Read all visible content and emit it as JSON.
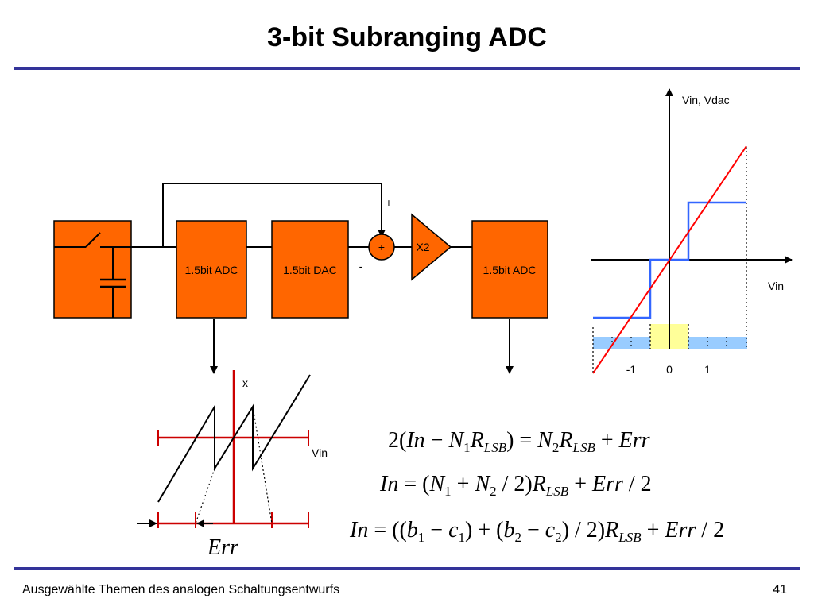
{
  "slide": {
    "title": "3-bit Subranging ADC",
    "footer_text": "Ausgewählte Themen des analogen Schaltungsentwurfs",
    "page_number": "41"
  },
  "block_diagram": {
    "adc1_label": "1.5bit ADC",
    "dac_label": "1.5bit DAC",
    "adc2_label": "1.5bit ADC",
    "summer_symbol": "+",
    "plus_input": "+",
    "minus_input": "-",
    "gain_label": "X2"
  },
  "transfer_plot": {
    "y_axis_label": "Vin, Vdac",
    "x_axis_label": "Vin",
    "tick_labels": [
      "-1",
      "0",
      "1"
    ]
  },
  "residue_plot": {
    "y_axis_label": "x",
    "x_axis_label": "Vin",
    "error_label": "Err"
  },
  "equations": {
    "eq1": [
      "2(",
      "In",
      " − ",
      "N",
      "1",
      "R",
      "LSB",
      ") = ",
      "N",
      "2",
      "R",
      "LSB",
      " + ",
      "Err"
    ],
    "eq2": [
      "In",
      " = (",
      "N",
      "1",
      " + ",
      "N",
      "2",
      " / 2)",
      "R",
      "LSB",
      " + ",
      "Err",
      " / 2"
    ],
    "eq3": [
      "In",
      " = ((",
      "b",
      "1",
      " − ",
      "c",
      "1",
      ") + (",
      "b",
      "2",
      " − ",
      "c",
      "2",
      ") / 2)",
      "R",
      "LSB",
      " + ",
      "Err",
      " / 2"
    ]
  },
  "colors": {
    "block_fill": "#FF6600",
    "accent_rule": "#333399",
    "ideal_line": "#FF0000",
    "dac_staircase": "#3366FF",
    "code_band": "#99CCFF",
    "zero_band": "#FFFF99"
  }
}
